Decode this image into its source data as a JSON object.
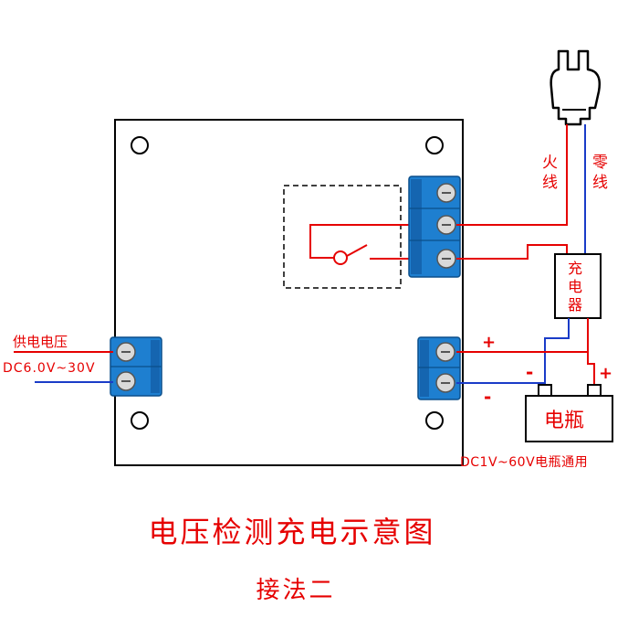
{
  "title": "电压检测充电示意图",
  "subtitle": "接法二",
  "labels": {
    "supply_voltage": "供电电压",
    "supply_range": "DC6.0V~30V",
    "live_wire": "火线",
    "neutral_wire": "零线",
    "charger": "充电器",
    "battery": "电瓶",
    "battery_range": "DC1V~60V电瓶通用",
    "plus_output": "+",
    "minus_output": "-",
    "charger_minus": "-",
    "charger_plus": "+"
  },
  "colors": {
    "wire_live": "#e60000",
    "wire_neutral": "#1a3cc8",
    "terminal": "#1e7fd0",
    "text_red": "#e60000",
    "board_outline": "#000000"
  }
}
